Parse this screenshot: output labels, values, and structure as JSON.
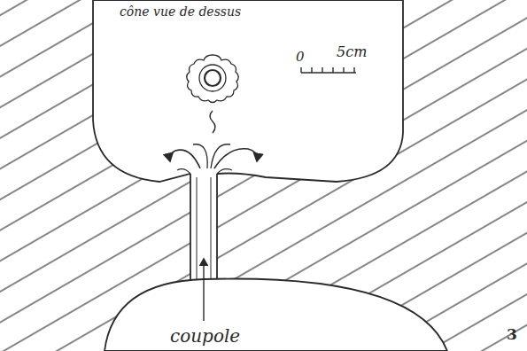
{
  "diagram": {
    "labels": [
      "cône vue de dessus",
      "0",
      "5cm",
      "coupole",
      "3"
    ]
  }
}
